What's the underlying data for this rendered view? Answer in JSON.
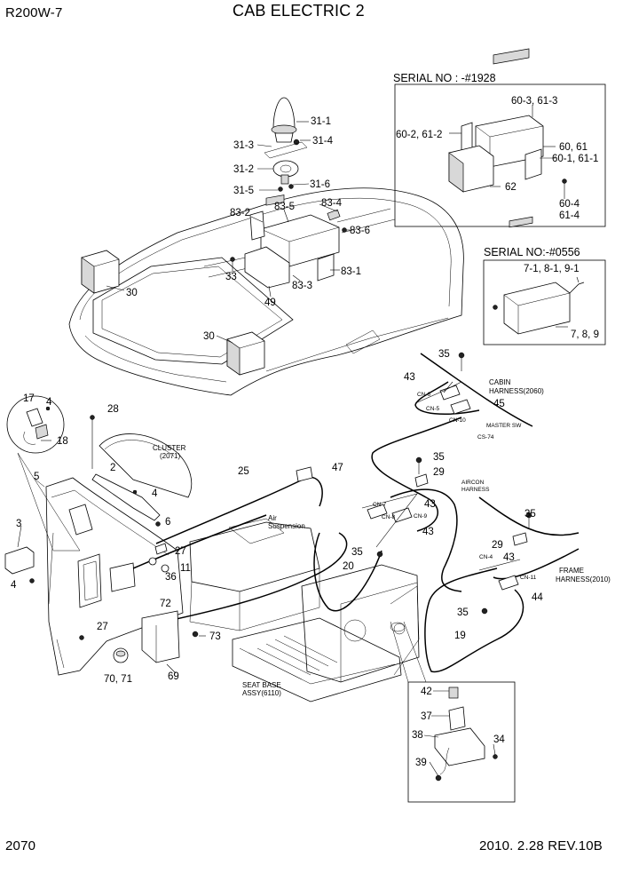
{
  "header": {
    "model": "R200W-7",
    "title": "CAB ELECTRIC 2"
  },
  "footer": {
    "page_number": "2070",
    "revision": "2010. 2.28  REV.10B"
  },
  "inset_boxes": {
    "radio_serial": "SERIAL NO : -#1928",
    "cassette_serial": "SERIAL NO:-#0556"
  },
  "annotations": {
    "cabin_harness": [
      "CABIN",
      "HARNESS(2060)"
    ],
    "cluster": [
      "CLUSTER",
      "(2071)"
    ],
    "aircon_harness": [
      "AIRCON",
      "HARNESS"
    ],
    "frame_harness": [
      "FRAME",
      "HARNESS(2010)"
    ],
    "seat_base": [
      "SEAT BASE",
      "ASSY(6110)"
    ],
    "air_suspension": [
      "Air",
      "Suspension"
    ],
    "master_sw": "MASTER SW",
    "cs74": "CS-74",
    "connectors": {
      "cn6_top": "CN-6",
      "cn5": "CN-5",
      "cn10": "CN-10",
      "cn7": "CN-7",
      "cn8": "CN-8",
      "cn9": "CN-9",
      "cn4": "CN-4",
      "cn11": "CN-11"
    }
  },
  "callouts": {
    "c31_1": "31-1",
    "c31_3": "31-3",
    "c31_4": "31-4",
    "c31_2": "31-2",
    "c31_6": "31-6",
    "c31_5": "31-5",
    "c83_4": "83-4",
    "c83_5": "83-5",
    "c83_2": "83-2",
    "c83_6": "83-6",
    "c83_3": "83-3",
    "c83_1": "83-1",
    "c33": "33",
    "c49": "49",
    "c30a": "30",
    "c30b": "30",
    "c60_3": "60-3, 61-3",
    "c60_2": "60-2, 61-2",
    "c60_61": "60, 61",
    "c60_1": "60-1, 61-1",
    "c62": "62",
    "c60_4": "60-4",
    "c61_4": "61-4",
    "c7_1": "7-1, 8-1, 9-1",
    "c789": "7, 8, 9",
    "c35a": "35",
    "c43a": "43",
    "c45": "45",
    "c17": "17",
    "c4a": "4",
    "c18": "18",
    "c28": "28",
    "c2": "2",
    "c25": "25",
    "c47": "47",
    "c35b": "35",
    "c29a": "29",
    "c5": "5",
    "c4b": "4",
    "c6": "6",
    "c3": "3",
    "c4c": "4",
    "c27a": "27",
    "c11": "11",
    "c36": "36",
    "c43b": "43",
    "c43c": "43",
    "c35c": "35",
    "c29b": "29",
    "c35d": "35",
    "c20": "20",
    "c43d": "43",
    "c44": "44",
    "c72": "72",
    "c73": "73",
    "c27b": "27",
    "c69": "69",
    "c70_71": "70, 71",
    "c35e": "35",
    "c19": "19",
    "c42": "42",
    "c37": "37",
    "c38": "38",
    "c34": "34",
    "c39": "39"
  }
}
